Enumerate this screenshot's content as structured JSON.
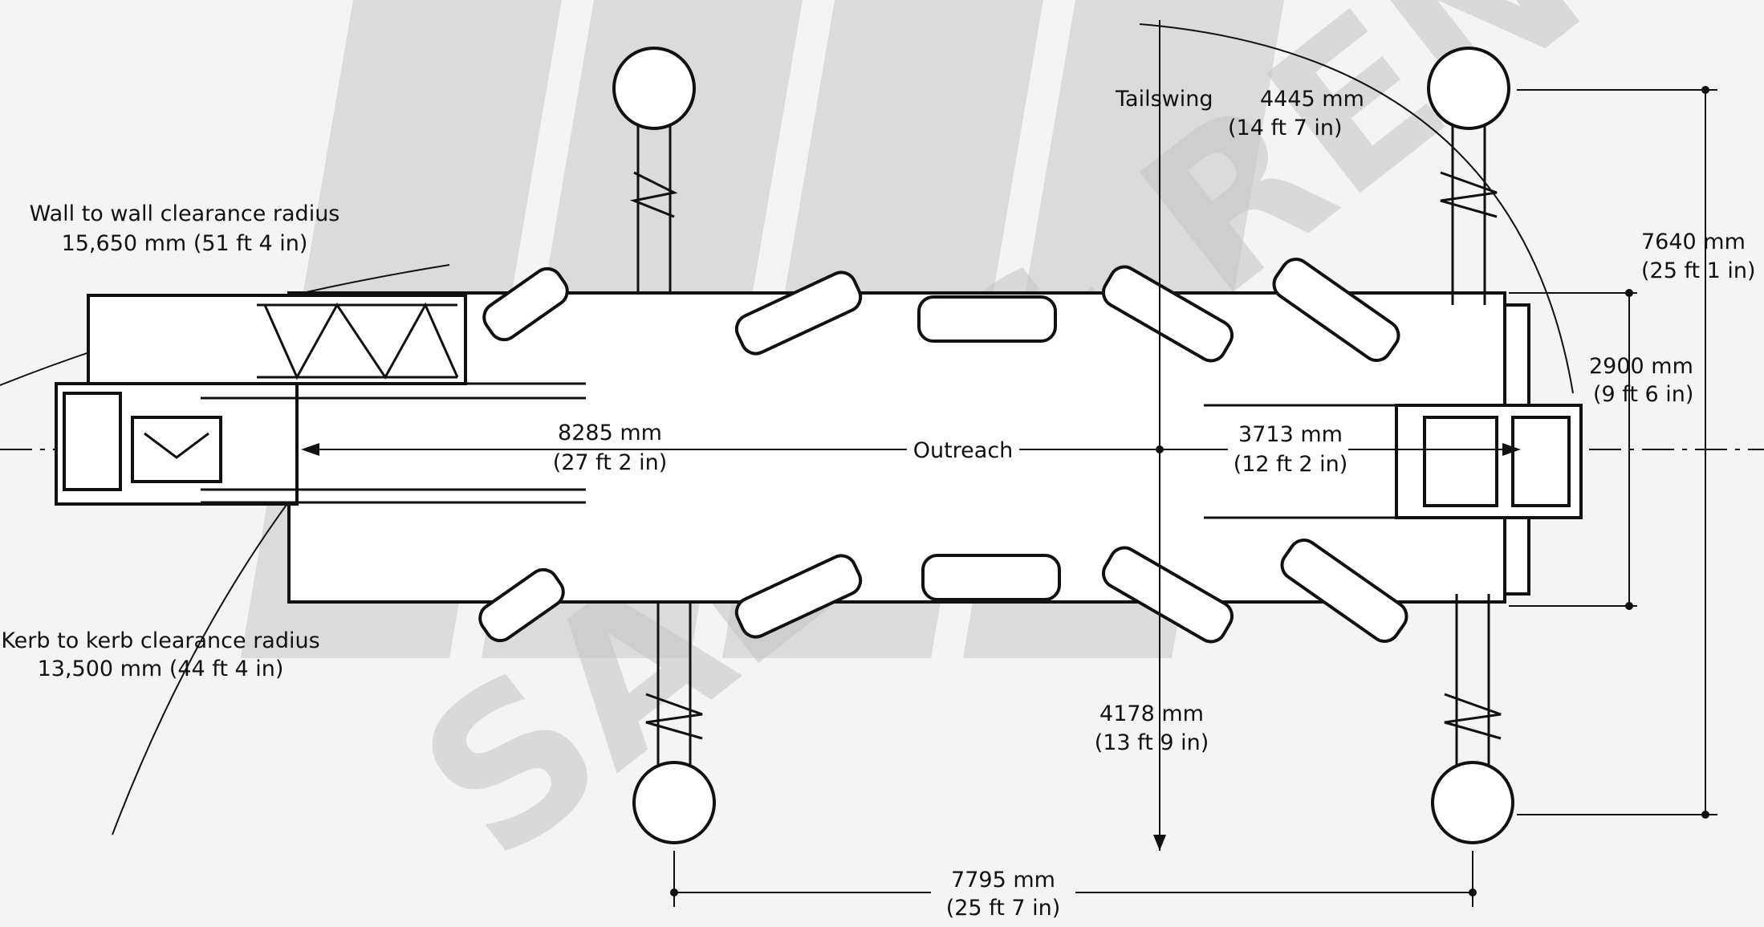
{
  "watermark": {
    "text": "SALE & RENT"
  },
  "labels": {
    "tailswing_name": "Tailswing",
    "tailswing_mm": "4445 mm",
    "tailswing_ft": "(14 ft 7 in)",
    "wall_title": "Wall to wall clearance radius",
    "wall_value": "15,650 mm (51 ft 4 in)",
    "kerb_title": "Kerb to kerb clearance radius",
    "kerb_value": "13,500 mm (44 ft 4 in)",
    "outreach_name": "Outreach",
    "outreach_front_mm": "8285 mm",
    "outreach_front_ft": "(27 ft 2 in)",
    "outreach_rear_mm": "3713 mm",
    "outreach_rear_ft": "(12 ft 2 in)",
    "overall_width_mm": "7640 mm",
    "overall_width_ft": "(25 ft 1 in)",
    "body_width_mm": "2900 mm",
    "body_width_ft": "(9 ft 6 in)",
    "half_span_mm": "4178 mm",
    "half_span_ft": "(13 ft 9 in)",
    "outrigger_base_mm": "7795 mm",
    "outrigger_base_ft": "(25 ft 7 in)"
  }
}
